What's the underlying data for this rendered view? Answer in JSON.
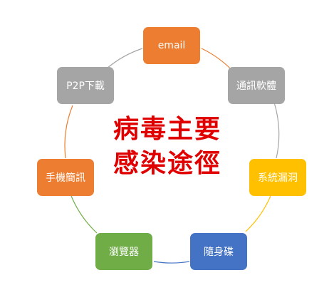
{
  "title_lines": [
    "病毒主要",
    "感染途徑"
  ],
  "nodes": [
    {
      "id": "email",
      "label": "email",
      "color": "#ED7D31"
    },
    {
      "id": "im",
      "label": "通訊軟體",
      "color": "#A5A5A5"
    },
    {
      "id": "vuln",
      "label": "系統漏洞",
      "color": "#FFC000"
    },
    {
      "id": "usb",
      "label": "隨身碟",
      "color": "#4472C4"
    },
    {
      "id": "browser",
      "label": "瀏覽器",
      "color": "#70AD47"
    },
    {
      "id": "mobile",
      "label": "手機簡訊",
      "color": "#ED7D31"
    },
    {
      "id": "p2p",
      "label": "P2P下載",
      "color": "#A5A5A5"
    }
  ]
}
